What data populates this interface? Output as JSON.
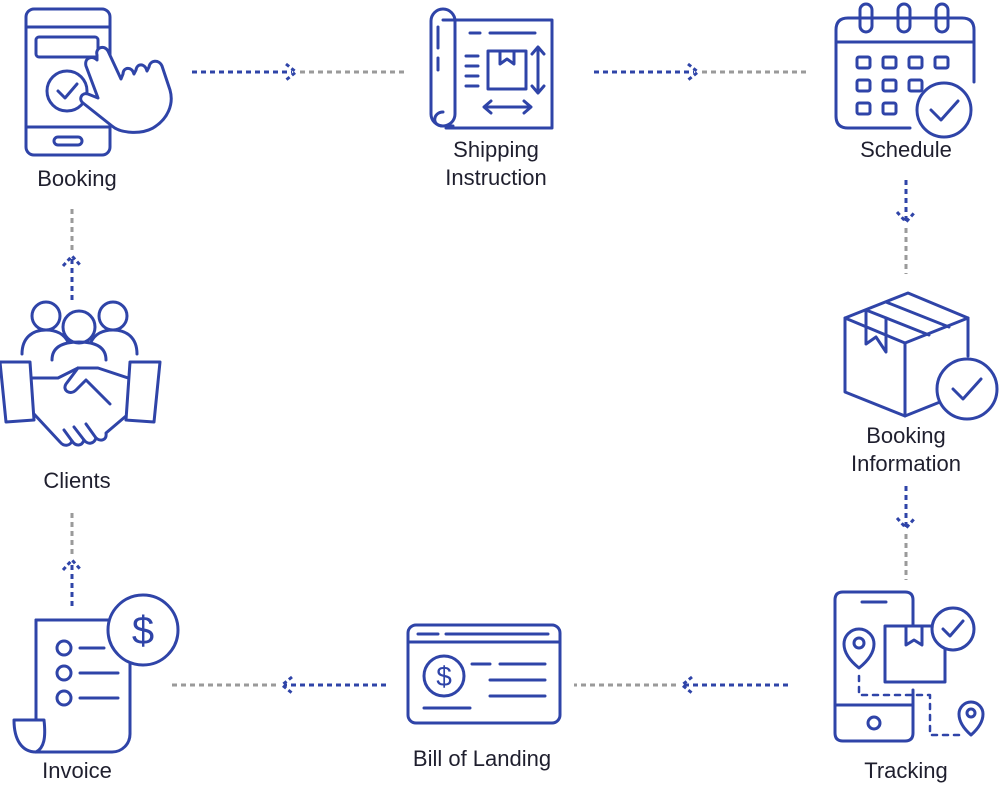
{
  "colors": {
    "accent": "#2f44a8",
    "connector_gray": "#9a9a9a",
    "text": "#1f1f2e"
  },
  "nodes": {
    "booking": {
      "label": "Booking",
      "icon": "phone-tap-icon"
    },
    "shipping": {
      "label_line1": "Shipping",
      "label_line2": "Instruction",
      "icon": "blueprint-icon"
    },
    "schedule": {
      "label": "Schedule",
      "icon": "calendar-check-icon"
    },
    "booking_info": {
      "label_line1": "Booking",
      "label_line2": "Information",
      "icon": "box-check-icon"
    },
    "tracking": {
      "label": "Tracking",
      "icon": "phone-tracking-icon"
    },
    "bill": {
      "label": "Bill of Landing",
      "icon": "bill-dollar-icon"
    },
    "invoice": {
      "label": "Invoice",
      "icon": "invoice-dollar-icon"
    },
    "clients": {
      "label": "Clients",
      "icon": "handshake-people-icon"
    }
  }
}
